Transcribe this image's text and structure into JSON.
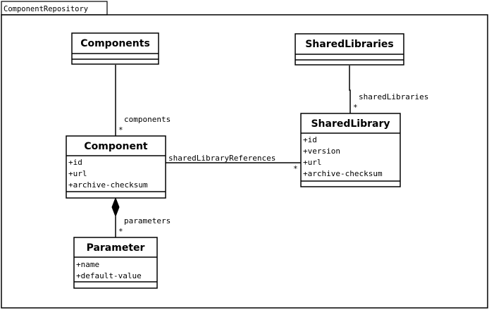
{
  "package": {
    "name": "ComponentRepository"
  },
  "classes": {
    "components": {
      "name": "Components",
      "attributes": []
    },
    "shared_libraries": {
      "name": "SharedLibraries",
      "attributes": []
    },
    "component": {
      "name": "Component",
      "attributes": [
        "+id",
        "+url",
        "+archive-checksum"
      ]
    },
    "shared_library": {
      "name": "SharedLibrary",
      "attributes": [
        "+id",
        "+version",
        "+url",
        "+archive-checksum"
      ]
    },
    "parameter": {
      "name": "Parameter",
      "attributes": [
        "+name",
        "+default-value"
      ]
    }
  },
  "associations": {
    "components": {
      "label": "components",
      "multiplicity": "*"
    },
    "shared_libraries": {
      "label": "sharedLibraries",
      "multiplicity": "*"
    },
    "shared_library_references": {
      "label": "sharedLibraryReferences",
      "multiplicity": "*"
    },
    "parameters": {
      "label": "parameters",
      "multiplicity": "*",
      "kind": "composition"
    }
  },
  "colors": {
    "stroke": "#000000",
    "fill": "#ffffff"
  }
}
